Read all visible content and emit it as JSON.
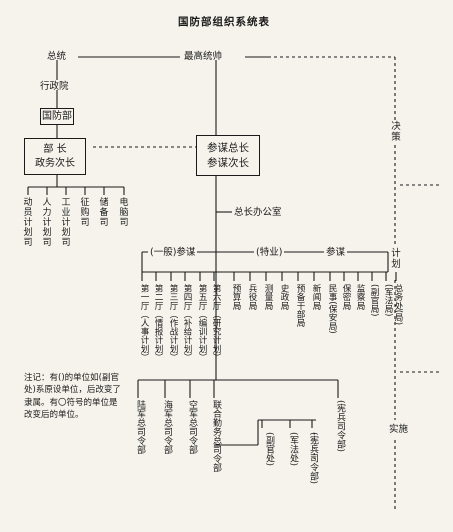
{
  "title": "国防部组织系统表",
  "top": {
    "president": "总统",
    "command": "最高统帅",
    "executive_yuan": "行政院"
  },
  "side": {
    "decision": "决策",
    "plan": "计划",
    "execute": "实施"
  },
  "ministry": {
    "name": "国防部",
    "minister_lines": [
      "部 长",
      "政务次长"
    ],
    "subordinates": [
      [
        "动",
        "员",
        "计",
        "划",
        "司"
      ],
      [
        "人",
        "力",
        "计",
        "划",
        "司"
      ],
      [
        "工",
        "业",
        "计",
        "划",
        "司"
      ],
      [
        "征",
        "购",
        "司"
      ],
      [
        "储",
        "备",
        "司"
      ],
      [
        "电",
        "脑",
        "司"
      ]
    ]
  },
  "staff": {
    "chief_lines": [
      "参谋总长",
      "参谋次长"
    ],
    "office": "总长办公室",
    "groups": {
      "general": "(一般)参谋",
      "special": "(特业)",
      "staff": "参谋"
    }
  },
  "departments": [
    "第一厅（人事计划）",
    "第二厅（情报计划）",
    "第三厅（作战计划）",
    "第四厅（补给计划）",
    "第五厅（编训计划）",
    "第六厅（研究计划）",
    "预算局",
    "兵役局",
    "测量局",
    "史政局",
    "预备干部局",
    "新闻局",
    "民事(保安局)",
    "保密局",
    "监察局",
    "(副官局)",
    "(军法局)",
    "总务处(局)"
  ],
  "commands": [
    "陆军总司令部",
    "海军总司令部",
    "空军总司令部",
    "联合勤务总司令部",
    "(宪兵司令部)",
    "(军法处)",
    "(副官处)",
    "(宪兵司令部)"
  ],
  "dots": "：",
  "note": "注记：有()的单位如(副官处)系原设单位，后改变了隶属。有〇符号的单位是改变后的单位。"
}
